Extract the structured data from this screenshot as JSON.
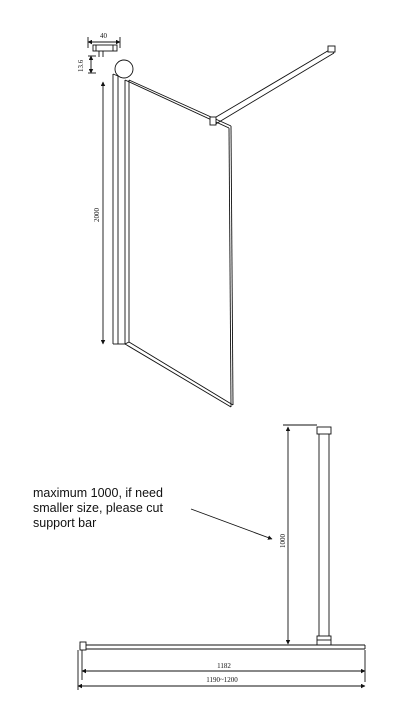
{
  "top_view": {
    "dim_profile_width": "40",
    "dim_profile_depth": "13.6",
    "dim_height": "2000"
  },
  "bottom_view": {
    "note_lines": [
      "maximum 1000,  if need",
      "smaller size,   please cut",
      "support bar"
    ],
    "dim_vertical": "1000",
    "dim_glass_width": "1182",
    "dim_overall_width": "1190~1200"
  },
  "colors": {
    "line": "#111111",
    "glass": "#777777"
  }
}
